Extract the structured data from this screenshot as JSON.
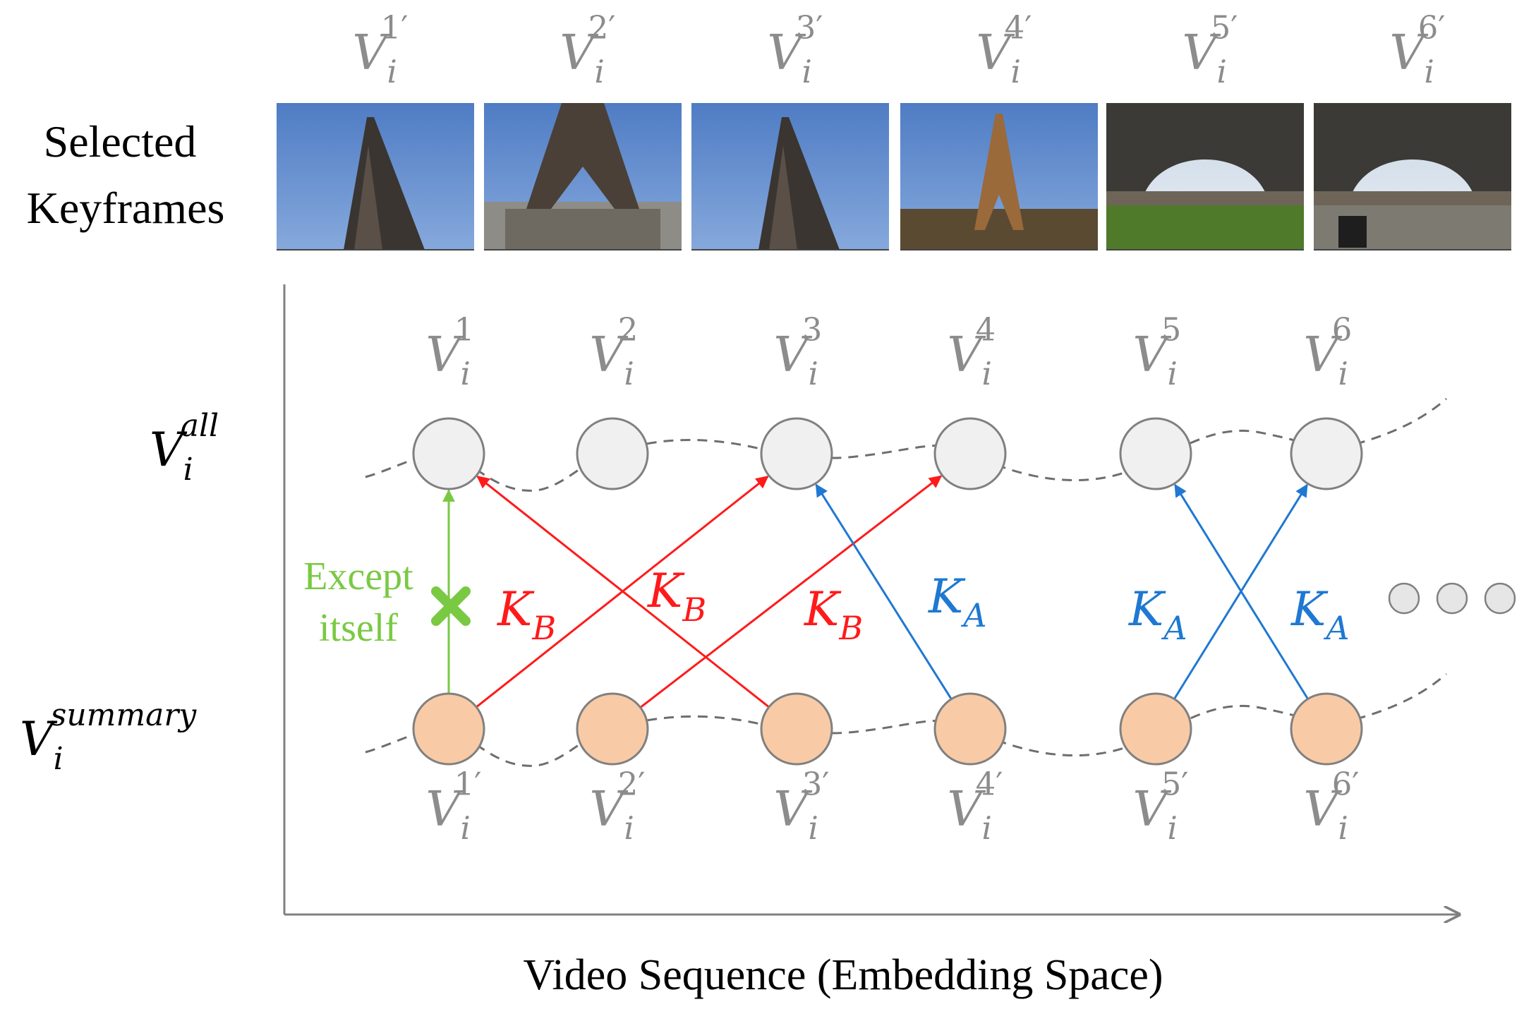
{
  "header": {
    "row_label_line1": "Selected",
    "row_label_line2": "Keyframes"
  },
  "keyframes": [
    {
      "base": "V",
      "sup": "1",
      "prime": "′",
      "sub": "i",
      "scene": "tower-tip-sky"
    },
    {
      "base": "V",
      "sup": "2",
      "prime": "′",
      "sub": "i",
      "scene": "tower-from-trocadero"
    },
    {
      "base": "V",
      "sup": "3",
      "prime": "′",
      "sub": "i",
      "scene": "tower-tip-sky"
    },
    {
      "base": "V",
      "sup": "4",
      "prime": "′",
      "sub": "i",
      "scene": "tower-full-view"
    },
    {
      "base": "V",
      "sup": "5",
      "prime": "′",
      "sub": "i",
      "scene": "tower-base-lawn"
    },
    {
      "base": "V",
      "sup": "6",
      "prime": "′",
      "sub": "i",
      "scene": "tower-base-walkway"
    }
  ],
  "rows": {
    "all": {
      "base": "V",
      "sub": "i",
      "sup": "all"
    },
    "summary": {
      "base": "V",
      "sub": "i",
      "sup": "summary"
    }
  },
  "top_nodes": [
    {
      "base": "V",
      "sup": "1",
      "sub": "i"
    },
    {
      "base": "V",
      "sup": "2",
      "sub": "i"
    },
    {
      "base": "V",
      "sup": "3",
      "sub": "i"
    },
    {
      "base": "V",
      "sup": "4",
      "sub": "i"
    },
    {
      "base": "V",
      "sup": "5",
      "sub": "i"
    },
    {
      "base": "V",
      "sup": "6",
      "sub": "i"
    }
  ],
  "bottom_nodes": [
    {
      "base": "V",
      "sup": "1",
      "prime": "′",
      "sub": "i"
    },
    {
      "base": "V",
      "sup": "2",
      "prime": "′",
      "sub": "i"
    },
    {
      "base": "V",
      "sup": "3",
      "prime": "′",
      "sub": "i"
    },
    {
      "base": "V",
      "sup": "4",
      "prime": "′",
      "sub": "i"
    },
    {
      "base": "V",
      "sup": "5",
      "prime": "′",
      "sub": "i"
    },
    {
      "base": "V",
      "sup": "6",
      "prime": "′",
      "sub": "i"
    }
  ],
  "edges": [
    {
      "from": 0,
      "to": 0,
      "kind": "excluded"
    },
    {
      "from": 0,
      "to": 2,
      "kind": "KB"
    },
    {
      "from": 2,
      "to": 0,
      "kind": "KB"
    },
    {
      "from": 1,
      "to": 3,
      "kind": "KB"
    },
    {
      "from": 3,
      "to": 2,
      "kind": "KA"
    },
    {
      "from": 4,
      "to": 5,
      "kind": "KA"
    },
    {
      "from": 5,
      "to": 4,
      "kind": "KA"
    }
  ],
  "edge_labels": [
    {
      "base": "K",
      "sub": "B",
      "kind": "KB"
    },
    {
      "base": "K",
      "sub": "B",
      "kind": "KB"
    },
    {
      "base": "K",
      "sub": "B",
      "kind": "KB"
    },
    {
      "base": "K",
      "sub": "A",
      "kind": "KA"
    },
    {
      "base": "K",
      "sub": "A",
      "kind": "KA"
    },
    {
      "base": "K",
      "sub": "A",
      "kind": "KA"
    }
  ],
  "except_note": {
    "line1": "Except",
    "line2": "itself"
  },
  "x_axis_label": "Video Sequence (Embedding Space)",
  "colors": {
    "grey_text": "#8c8c8c",
    "node_top_fill": "#f0f0f0",
    "node_top_stroke": "#808080",
    "node_bottom_fill": "#f8cba6",
    "node_bottom_stroke": "#808080",
    "kb_red": "#ff1a1a",
    "ka_blue": "#1f78d1",
    "except_green": "#7ac943",
    "axis": "#808080",
    "dashed": "#6e6e6e",
    "ellipsis_fill": "#e6e6e6"
  }
}
